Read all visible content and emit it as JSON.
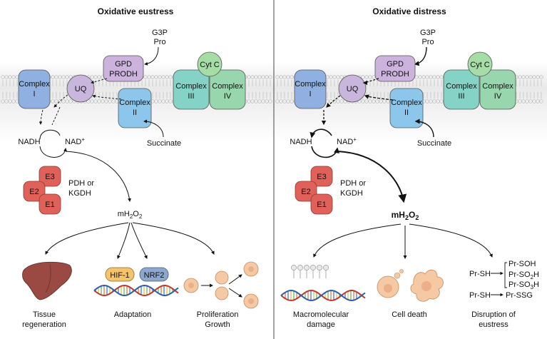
{
  "panels": {
    "left": {
      "title": "Oxidative eustress",
      "complex1": [
        "Complex",
        "I"
      ],
      "uq": "UQ",
      "gpd": [
        "GPD",
        "PRODH"
      ],
      "g3p": [
        "G3P",
        "Pro"
      ],
      "complex2": [
        "Complex",
        "II"
      ],
      "complex3": [
        "Complex",
        "III"
      ],
      "complex4": [
        "Complex",
        "IV"
      ],
      "cytc": "Cyt C",
      "succinate": "Succinate",
      "nadh": "NADH",
      "nad": "NAD",
      "nad_sup": "+",
      "e1": "E1",
      "e2": "E2",
      "e3": "E3",
      "pdh": [
        "PDH or",
        "KGDH"
      ],
      "mh2o2": {
        "a": "mH",
        "b": "2",
        "c": "O",
        "d": "2"
      },
      "outcomes": {
        "tissue": [
          "Tissue",
          "regeneration"
        ],
        "hif": "HIF-1",
        "nrf": "NRF2",
        "adaptation": "Adaptation",
        "prolif": [
          "Proliferation",
          "Growth"
        ]
      }
    },
    "right": {
      "title": "Oxidative distress",
      "complex1": [
        "Complex",
        "I"
      ],
      "uq": "UQ",
      "gpd": [
        "GPD",
        "PRODH"
      ],
      "g3p": [
        "G3P",
        "Pro"
      ],
      "complex2": [
        "Complex",
        "II"
      ],
      "complex3": [
        "Complex",
        "III"
      ],
      "complex4": [
        "Complex",
        "IV"
      ],
      "cytc": "Cyt C",
      "succinate": "Succinate",
      "nadh": "NADH",
      "nad": "NAD",
      "nad_sup": "+",
      "e1": "E1",
      "e2": "E2",
      "e3": "E3",
      "pdh": [
        "PDH or",
        "KGDH"
      ],
      "mh2o2": {
        "a": "mH",
        "b": "2",
        "c": "O",
        "d": "2"
      },
      "outcomes": {
        "macro": [
          "Macromolecular",
          "damage"
        ],
        "death": "Cell death",
        "disruption": [
          "Disruption of",
          "eustress"
        ],
        "prsh1": "Pr-SH",
        "prsh2": "Pr-SH",
        "prsoh": "Pr-SOH",
        "prso2h": {
          "a": "Pr-SO",
          "b": "2",
          "c": "H"
        },
        "prso3h": {
          "a": "Pr-SO",
          "b": "3",
          "c": "H"
        },
        "prssg": "Pr-SSG"
      }
    }
  },
  "colors": {
    "complex1": "#8fb0e0",
    "uq": "#c8b6dc",
    "gpd": "#cbb3de",
    "complex2": "#8cc6ea",
    "complex3": "#84d3c6",
    "complex4": "#98d6ae",
    "cytc": "#a6dca6",
    "enzyme": "#e0615a",
    "liver": "#9b4a43",
    "hif": "#f4c36a",
    "nrf": "#8ca8cf",
    "cell": "#f5c9a4"
  }
}
